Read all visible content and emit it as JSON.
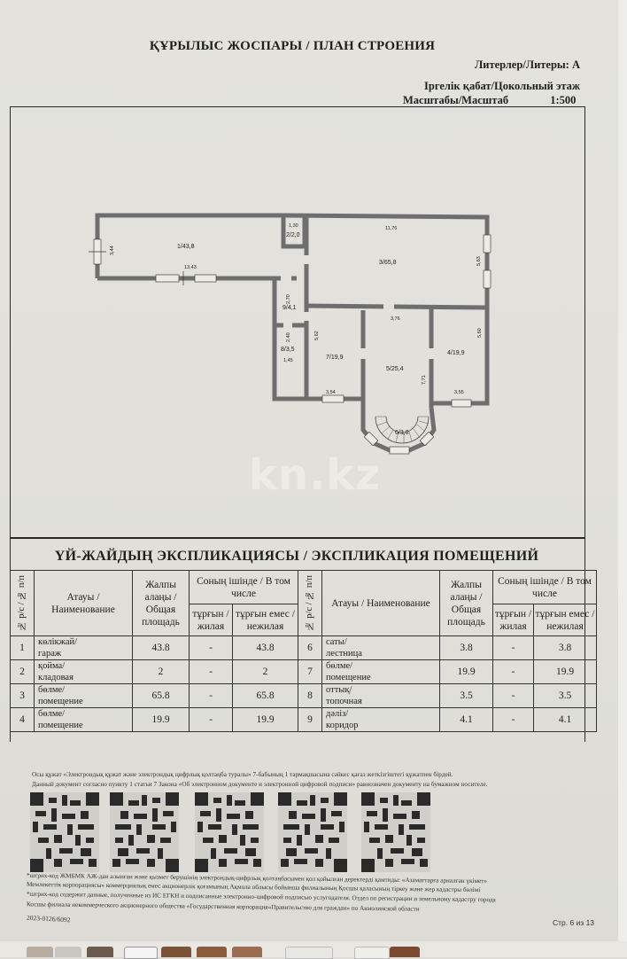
{
  "document": {
    "title": "ҚҰРЫЛЫС ЖОСПАРЫ / ПЛАН СТРОЕНИЯ",
    "litera": "Литерлер/Литеры: А",
    "floor": "Іргелік қабат/Цокольный этаж",
    "scale_label": "Масштабы/Масштаб",
    "scale_value": "1:500"
  },
  "plan": {
    "rooms": [
      {
        "id": "1",
        "label": "1/43,8"
      },
      {
        "id": "2",
        "label": "2/2,0"
      },
      {
        "id": "3",
        "label": "3/65,8"
      },
      {
        "id": "4",
        "label": "4/19,9"
      },
      {
        "id": "5",
        "label": "5/25,4"
      },
      {
        "id": "6",
        "label": "6/3,8"
      },
      {
        "id": "7",
        "label": "7/19,9"
      },
      {
        "id": "8",
        "label": "8/3,5"
      },
      {
        "id": "9",
        "label": "9/4,1"
      }
    ],
    "dimensions": {
      "d_3_44": "3,44",
      "d_13_43": "13,43",
      "d_1_30": "1,30",
      "d_11_76": "11,76",
      "d_5_63": "5,63",
      "d_2_70": "2,70",
      "d_2_40": "2,40",
      "d_1_45": "1,45",
      "d_5_62": "5,62",
      "d_3_76": "3,76",
      "d_5_60": "5,60",
      "d_3_54": "3,54",
      "d_7_71": "7,71",
      "d_3_55": "3,55"
    }
  },
  "watermark": "kn.kz",
  "explication": {
    "title": "ҮЙ-ЖАЙДЫҢ ЭКСПЛИКАЦИЯСЫ / ЭКСПЛИКАЦИЯ ПОМЕЩЕНИЙ",
    "headers": {
      "num": "№ р/с / № п/п",
      "name": "Атауы / Наименование",
      "total": "Жалпы алаңы / Общая площадь",
      "including": "Соның ішінде / В том числе",
      "living": "тұрғын / жилая",
      "nonliving": "тұрғын емес / нежилая"
    },
    "rows_left": [
      {
        "num": "1",
        "name_kz": "көлікжай/",
        "name_ru": "гараж",
        "total": "43.8",
        "living": "-",
        "nonliving": "43.8"
      },
      {
        "num": "2",
        "name_kz": "қойма/",
        "name_ru": "кладовая",
        "total": "2",
        "living": "-",
        "nonliving": "2"
      },
      {
        "num": "3",
        "name_kz": "бөлме/",
        "name_ru": "помещение",
        "total": "65.8",
        "living": "-",
        "nonliving": "65.8"
      },
      {
        "num": "4",
        "name_kz": "бөлме/",
        "name_ru": "помещение",
        "total": "19.9",
        "living": "-",
        "nonliving": "19.9"
      }
    ],
    "rows_right": [
      {
        "num": "6",
        "name_kz": "саты/",
        "name_ru": "лестница",
        "total": "3.8",
        "living": "-",
        "nonliving": "3.8"
      },
      {
        "num": "7",
        "name_kz": "бөлме/",
        "name_ru": "помещение",
        "total": "19.9",
        "living": "-",
        "nonliving": "19.9"
      },
      {
        "num": "8",
        "name_kz": "оттық/",
        "name_ru": "топочная",
        "total": "3.5",
        "living": "-",
        "nonliving": "3.5"
      },
      {
        "num": "9",
        "name_kz": "дәліз/",
        "name_ru": "коридор",
        "total": "4.1",
        "living": "-",
        "nonliving": "4.1"
      }
    ]
  },
  "notes": {
    "line1": "Осы құжат «Электрондық құжат және электрондық цифрлық қолтаңба туралы» 7-бабының 1 тармақшасына сәйкес қағаз жеткізгіштегі құжатпен бірдей.",
    "line2": "Данный документ согласно пункту 1 статьи 7 Закона «Об электронном документе и электронной цифровой подписи» равнозначен документу на бумажном носителе."
  },
  "footer": {
    "line1": "*штрих-код ЖМБМК АЖ-дан алынған және қызмет берушінің электрондық-цифрлық қолтаңбасымен қол қойылған деректерді қамтиды: «Азаматтарға арналған үкімет»",
    "line2": "Мемлекеттік корпорациясы» коммерциялық емес акционерлік қоғамының Ақмола облысы бойынша филиалының Қосшы қаласының тіркеу және жер кадастры бөлімі",
    "line3": "*штрих-код содержит данные, полученные из ИС ЕГКН и подписанные электронно-цифровой подписью услугодателя. Отдел по регистрации и земельному кадастру города",
    "line4": "Косшы филиала некоммерческого акционерного общества «Государственная корпорация«Правительство для граждан» по Акмолинской области",
    "doc_number": "2023-0126/6092",
    "page": "Стр. 6 из 13"
  }
}
